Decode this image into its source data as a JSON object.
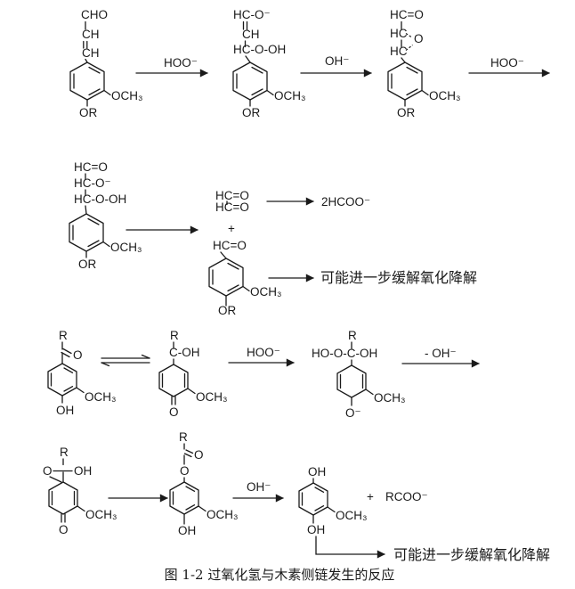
{
  "page": {
    "background": "#ffffff",
    "ink": "#1a1a1a"
  },
  "caption": "图 1-2 过氧化氢与木素侧链发生的反应",
  "notes": {
    "further_oxidation_1": "可能进一步缓解氧化降解",
    "further_oxidation_2": "可能进一步缓解氧化降解"
  },
  "arrows": {
    "row1_a1_label": "HOO⁻",
    "row1_a2_label": "OH⁻",
    "row1_a3_label": "HOO⁻",
    "row3_a1_label": "HOO⁻",
    "row3_a2_label": "- OH⁻",
    "row4_a1_label": "OH⁻"
  },
  "products": {
    "formate": "2HCOO⁻",
    "acid_anion": "RCOO⁻",
    "plus_1": "+",
    "plus_2": "+"
  },
  "structures": {
    "s1_cinnamaldehyde": {
      "cho": "CHO",
      "ch1": "CH",
      "ch2": "CH",
      "och3": "OCH₃",
      "or": "OR"
    },
    "s2_peroxide_adduct": {
      "hco": "HC-O⁻",
      "ch": "CH",
      "hcooh": "HC-O-OH",
      "och3": "OCH₃",
      "or": "OR"
    },
    "s3_epoxide": {
      "hco": "HC=O",
      "hc1": "HC",
      "o": "O",
      "hc2": "HC",
      "och3": "OCH₃",
      "or": "OR"
    },
    "s4_peroxide_alkoxide": {
      "hco": "HC=O",
      "hco2": "HC-O⁻",
      "hcooh": "HC-O-OH",
      "och3": "OCH₃",
      "or": "OR"
    },
    "glyoxal": {
      "line1": "HC=O",
      "line2": "HC=O"
    },
    "s5_benzaldehyde": {
      "hco": "HC=O",
      "och3": "OCH₃",
      "or": "OR"
    },
    "s6_ketone": {
      "r": "R",
      "o": "O",
      "och3": "OCH₃",
      "oh": "OH"
    },
    "s7_quinone_methide": {
      "r": "R",
      "coh": "C-OH",
      "och3": "OCH₃",
      "o": "O"
    },
    "s8_peroxide": {
      "r": "R",
      "chain": "HO-O-C-OH",
      "och3": "OCH₃",
      "o_minus": "O⁻"
    },
    "s9_oxirane": {
      "r": "R",
      "o": "O",
      "oh": "OH",
      "och3": "OCH₃",
      "o_ketone": "O"
    },
    "s10_ester": {
      "r": "R",
      "o_carbonyl": "O",
      "o_ester": "O",
      "och3": "OCH₃",
      "oh": "OH"
    },
    "s11_hydroquinone": {
      "oh_top": "OH",
      "och3": "OCH₃",
      "oh_bottom": "OH"
    }
  }
}
